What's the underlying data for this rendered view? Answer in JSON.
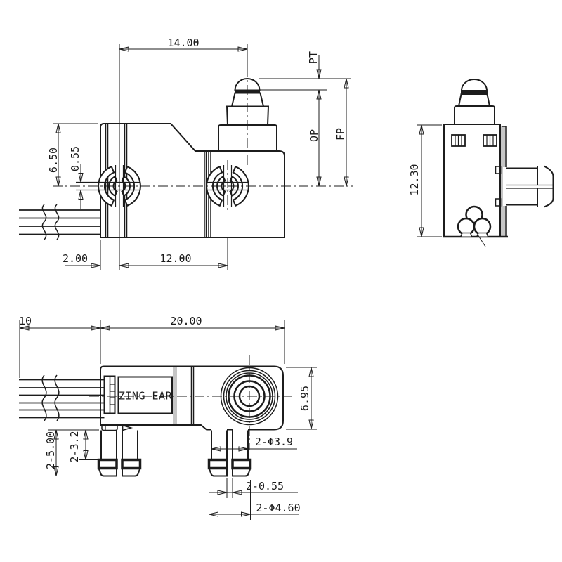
{
  "drawing": {
    "front_view": {
      "dim_plunger_offset": "14.00",
      "label_pretravel": "PT",
      "label_operating_position": "OP",
      "label_free_position": "FP",
      "dim_top_to_center": "6.50",
      "dim_slot_width": "0.55",
      "dim_edge_to_pin": "2.00",
      "dim_pin_spacing": "12.00"
    },
    "side_view": {
      "dim_height": "12.30"
    },
    "bottom_view": {
      "dim_wire_stub": "10",
      "dim_body_length": "20.00",
      "dim_body_width": "6.95",
      "brand": "ZING EAR",
      "dim_pin_length": "2-5.00",
      "dim_pin_shaft": "2-3.2",
      "dim_pin_diameter": "2-Φ3.9",
      "dim_pin_slot": "2-0.55",
      "dim_barb_diameter": "2-Φ4.60"
    }
  }
}
